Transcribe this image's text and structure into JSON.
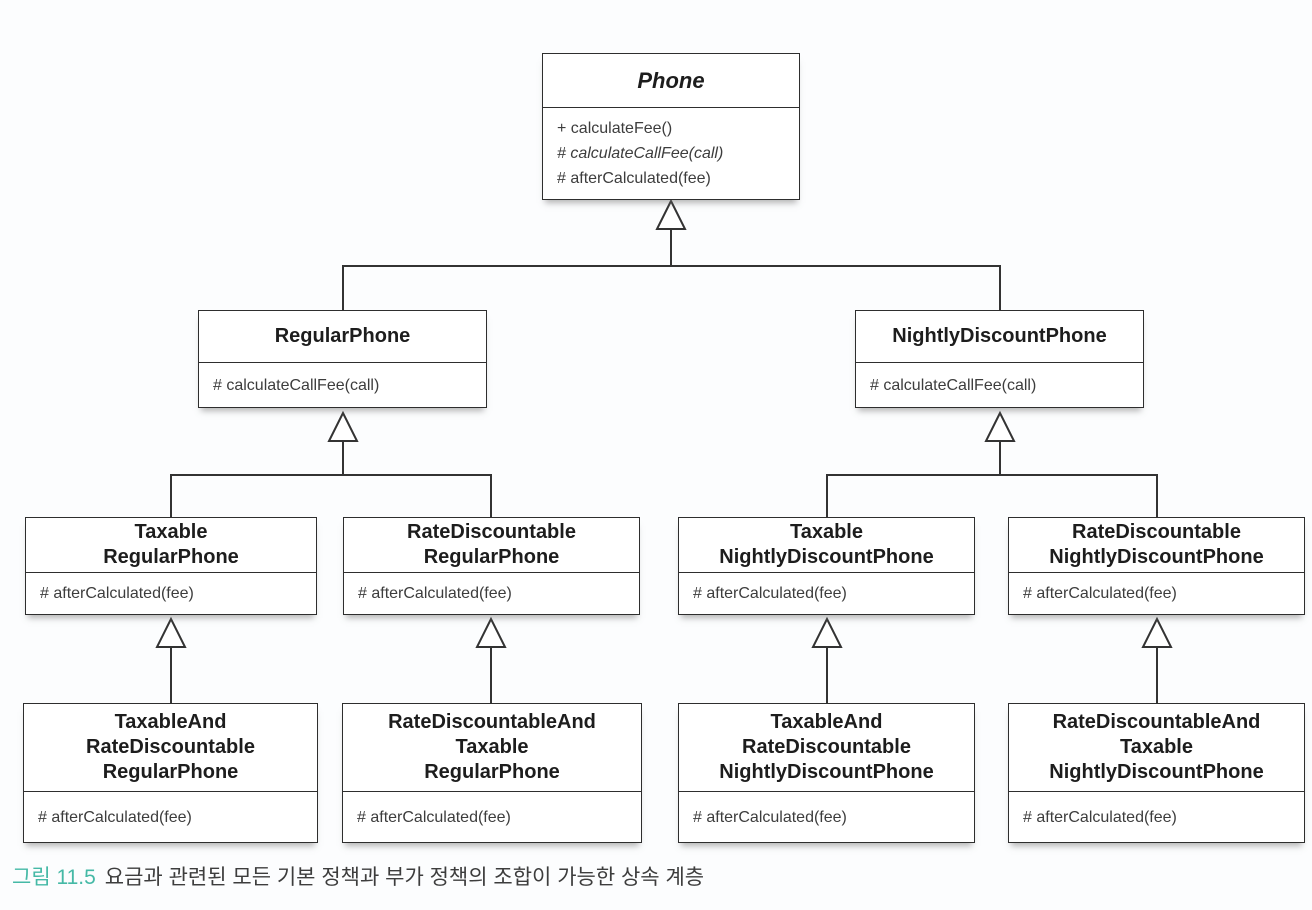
{
  "figure": {
    "caption_label": "그림 11.5",
    "caption_text": "요금과 관련된 모든 기본 정책과 부가 정책의 조합이 가능한 상속 계층"
  },
  "colors": {
    "accent_teal": "#45b9a6",
    "line": "#333333",
    "class_name": "#1d1d1d",
    "method_text": "#3d3d3d",
    "box_background": "#ffffff",
    "page_background": "#fcfdfe"
  },
  "classes": {
    "phone": {
      "name": "Phone",
      "methods": [
        "+ calculateFee()",
        "# calculateCallFee(call)",
        "# afterCalculated(fee)"
      ]
    },
    "regular_phone": {
      "name": "RegularPhone",
      "methods": [
        "# calculateCallFee(call)"
      ]
    },
    "nightly_discount_phone": {
      "name": "NightlyDiscountPhone",
      "methods": [
        "# calculateCallFee(call)"
      ]
    },
    "taxable_regular_phone": {
      "name": "Taxable\nRegularPhone",
      "methods": [
        "# afterCalculated(fee)"
      ]
    },
    "rate_discountable_regular_phone": {
      "name": "RateDiscountable\nRegularPhone",
      "methods": [
        "# afterCalculated(fee)"
      ]
    },
    "taxable_nightly_discount_phone": {
      "name": "Taxable\nNightlyDiscountPhone",
      "methods": [
        "# afterCalculated(fee)"
      ]
    },
    "rate_discountable_nightly_discount_phone": {
      "name": "RateDiscountable\nNightlyDiscountPhone",
      "methods": [
        "# afterCalculated(fee)"
      ]
    },
    "taxable_and_rate_discountable_regular_phone": {
      "name": "TaxableAnd\nRateDiscountable\nRegularPhone",
      "methods": [
        "# afterCalculated(fee)"
      ]
    },
    "rate_discountable_and_taxable_regular_phone": {
      "name": "RateDiscountableAnd\nTaxable\nRegularPhone",
      "methods": [
        "# afterCalculated(fee)"
      ]
    },
    "taxable_and_rate_discountable_nightly_discount_phone": {
      "name": "TaxableAnd\nRateDiscountable\nNightlyDiscountPhone",
      "methods": [
        "# afterCalculated(fee)"
      ]
    },
    "rate_discountable_and_taxable_nightly_discount_phone": {
      "name": "RateDiscountableAnd\nTaxable\nNightlyDiscountPhone",
      "methods": [
        "# afterCalculated(fee)"
      ]
    }
  }
}
